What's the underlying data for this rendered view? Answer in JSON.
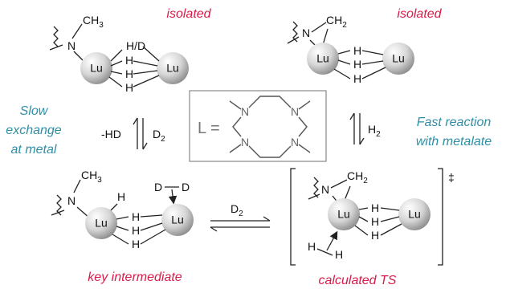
{
  "labels": {
    "top_left": "isolated",
    "top_right": "isolated",
    "bottom_left": "key intermediate",
    "bottom_right": "calculated TS"
  },
  "left_note": [
    "Slow",
    "exchange",
    "at metal"
  ],
  "right_note": [
    "Fast reaction",
    "with metalate"
  ],
  "reagents": {
    "left_minus": "-HD",
    "left_gas": "D",
    "left_gas_sub": "2",
    "right_gas": "H",
    "right_gas_sub": "2",
    "bottom_gas": "D",
    "bottom_gas_sub": "2"
  },
  "ligand": {
    "prefix": "L =",
    "atom": "N"
  },
  "atoms": {
    "metal": "Lu",
    "hydride": "H",
    "deuteride": "D",
    "hd": "H/D",
    "nitrogen": "N",
    "methyl": "CH",
    "methyl_sub": "3",
    "methylene": "CH",
    "methylene_sub": "2"
  },
  "ts_mark": "‡",
  "colors": {
    "title": "#d81b4a",
    "note": "#2f8fa6",
    "sphere": "#cfcfcf"
  }
}
